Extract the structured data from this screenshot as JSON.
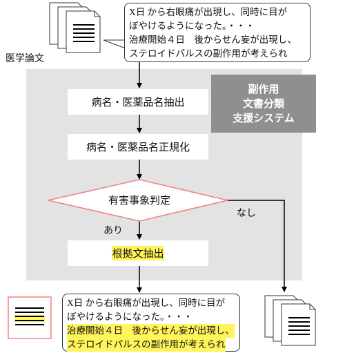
{
  "documents_label": "医学論文",
  "system_title": [
    "副作用",
    "文書分類",
    "支援システム"
  ],
  "steps": {
    "extract": "病名・医薬品名抽出",
    "normalize": "病名・医薬品名正規化",
    "decision": "有害事象判定",
    "evidence": "根拠文抽出"
  },
  "branches": {
    "yes": "あり",
    "no": "なし"
  },
  "input_text": [
    "X日 から右眼痛が出現し、同時に目が",
    "ぼやけるようになった。・・・",
    "治療開始４日　後からせん妄が出現し、",
    "ステロイドパルスの副作用が考えられ"
  ],
  "output_text": [
    "X日 から右眼痛が出現し、同時に目が",
    "ぼやけるようになった。・・・",
    "治療開始４日　後からせん妄が出現し、",
    "ステロイドパルスの副作用が考えられ"
  ],
  "colors": {
    "highlight": "#fff45a",
    "decision_border": "#f08080",
    "panel": "#e3e3e3",
    "system_box": "#8f8f8f"
  }
}
